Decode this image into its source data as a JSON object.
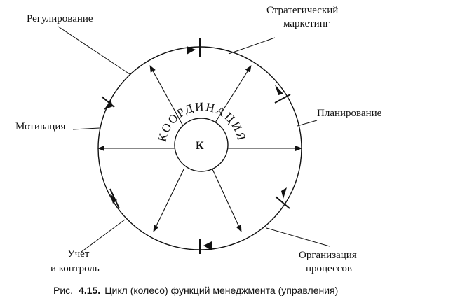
{
  "labels": {
    "regulation": "Регулирование",
    "strategic_marketing_1": "Стратегический",
    "strategic_marketing_2": "маркетинг",
    "motivation": "Мотивация",
    "planning": "Планирование",
    "accounting_1": "Учет",
    "accounting_2": "и контроль",
    "organization_1": "Организация",
    "organization_2": "процессов"
  },
  "center": {
    "letter": "К",
    "arc_text": "КООРДИНАЦИЯ"
  },
  "caption": {
    "prefix": "Рис.",
    "number": "4.15.",
    "text": "Цикл (колесо) функций менеджмента (управления)"
  }
}
